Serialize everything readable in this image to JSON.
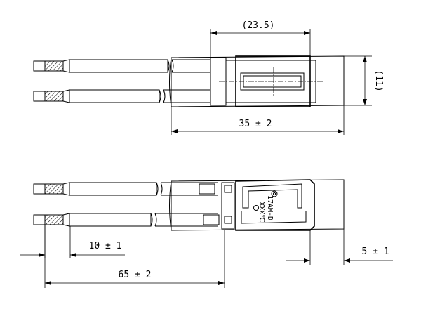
{
  "dimensions": {
    "top_width": "(23.5)",
    "height_ref": "(11)",
    "overall_length": "35 ± 2",
    "strip_length": "10 ± 1",
    "total_length": "65 ± 2",
    "end_length": "5 ± 1"
  },
  "body_marking": {
    "model": "17AM-D",
    "temp": "XXX℃"
  }
}
